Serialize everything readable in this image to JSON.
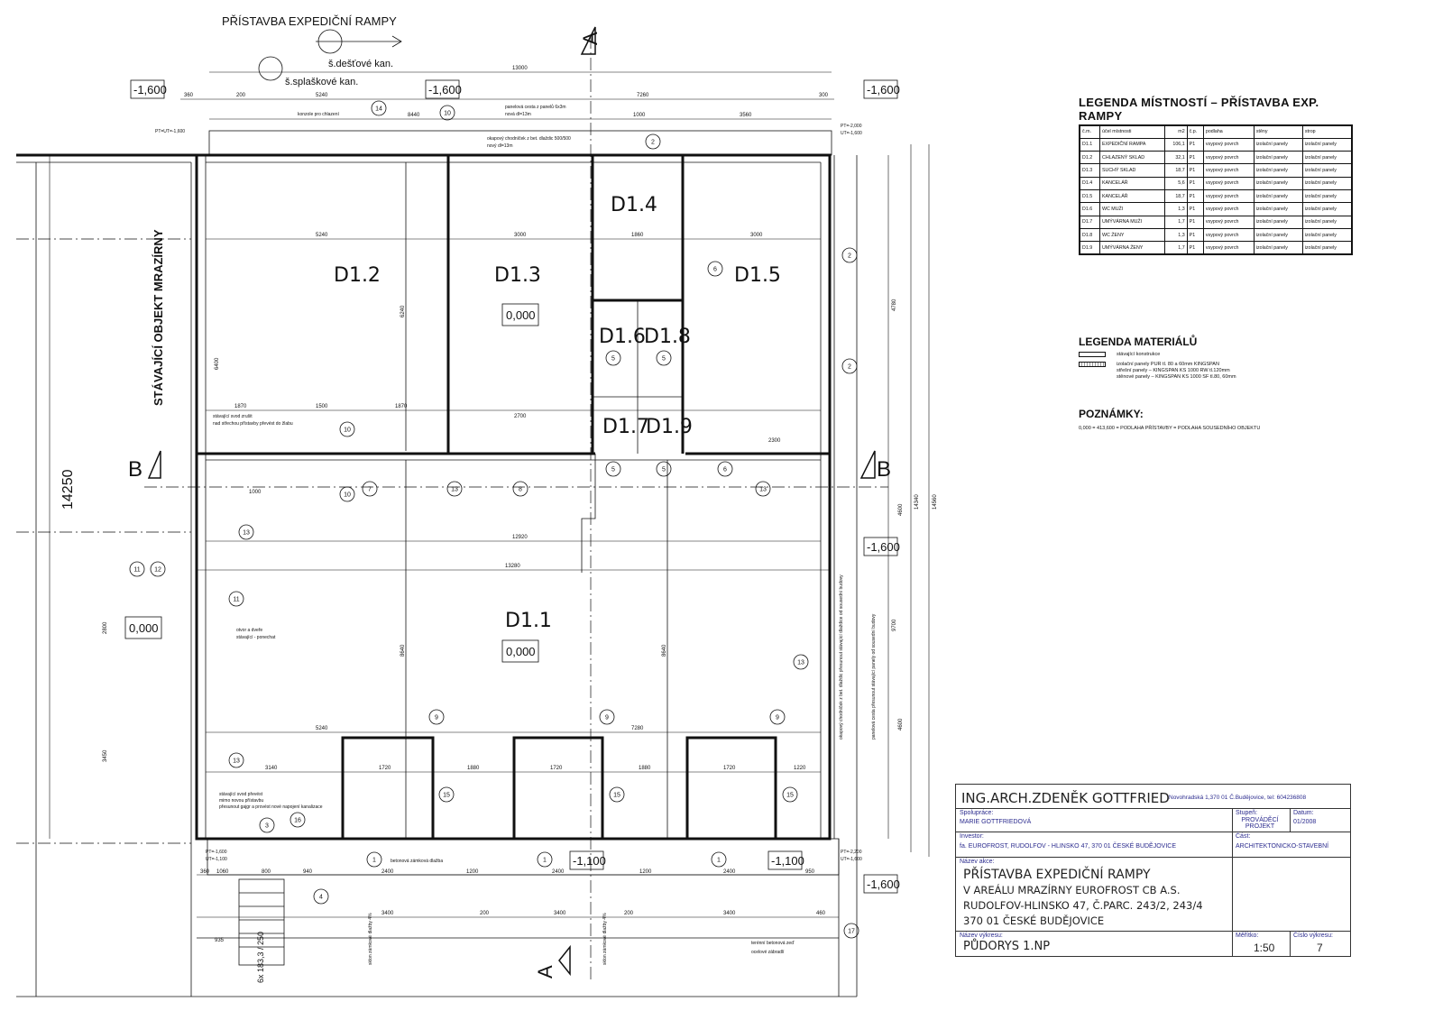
{
  "plan": {
    "header": "PŘÍSTAVBA EXPEDIČNÍ RAMPY",
    "rain_sewer": "š.dešťové kan.",
    "waste_sewer": "š.splaškové kan.",
    "existing_building": "STÁVAJÍCÍ OBJEKT MRAZÍRNY",
    "section_a": "A",
    "section_b": "B",
    "rooms": [
      "D1.1",
      "D1.2",
      "D1.3",
      "D1.4",
      "D1.5",
      "D1.6",
      "D1.7",
      "D1.8",
      "D1.9"
    ],
    "levels": {
      "ext": "-1,600",
      "zero": "0,000",
      "ramp": "-1,100"
    },
    "top_dims": [
      "13000",
      "360",
      "200",
      "5240",
      "7260",
      "300",
      "8440",
      "1000",
      "3560"
    ],
    "inner_dims": [
      "5240",
      "3000",
      "1860",
      "3000",
      "12920",
      "13280",
      "5240",
      "7280",
      "1720",
      "1880",
      "1720",
      "1880",
      "1720",
      "1220",
      "3140",
      "1870",
      "1500",
      "1870",
      "2700",
      "1000",
      "2300"
    ],
    "bottom_dims": [
      "2400",
      "1200",
      "2400",
      "1200",
      "2400",
      "950",
      "3400",
      "200",
      "3400",
      "200",
      "3400",
      "460",
      "800",
      "940",
      "1060",
      "360",
      "935"
    ],
    "side_dims": [
      "14250",
      "14340",
      "14560",
      "4780",
      "9700",
      "4600",
      "4600",
      "6240",
      "6400",
      "8640",
      "8640",
      "3450",
      "2800"
    ],
    "notes": {
      "console": "konzole pro chlazení",
      "panel_road": "panelová cesta z panelů 6x3m",
      "panel_road2": "nová dl=13m",
      "gutter_walk": "okapový chodníček z bet. dlaždic 500/500",
      "gutter_walk2": "nový dl=13m",
      "downpipe": "stávající svod zrušit",
      "downpipe2": "nad střechou přístavby převést do žlabu",
      "door": "otvor a dveře",
      "door2": "stávající - ponechat",
      "downpipe_b": "stávající svod převést",
      "downpipe_b2": "mimo novou přístavbu",
      "downpipe_b3": "přesunout gajgr a provést nové napojení kanalizace",
      "paving": "betonová zámková dlažba",
      "wall": "terénní betonová zeď",
      "railing": "ocelové zábradlí",
      "pt1": "PT=UT=-1,600",
      "pt2": "PT=-2,000",
      "pt2b": "UT=-1,600",
      "pt3": "PT=-1,600",
      "pt3b": "UT=-1,100",
      "pt4": "PT=-2,200",
      "pt4b": "UT=-1,600",
      "stairs": "6x 183,3 / 250",
      "ramp_slope": "sklon zámkové dlažby 4%",
      "side_walk": "okapový chodníček z bet. dlaždic přesunout stávající dlaždice od sousední budovy",
      "side_road": "panelová cesta přesunout stávající panely od sousední budovy"
    },
    "markers": [
      "1",
      "2",
      "3",
      "4",
      "5",
      "6",
      "7",
      "8",
      "9",
      "10",
      "11",
      "12",
      "13",
      "14",
      "15",
      "16",
      "17"
    ]
  },
  "room_legend": {
    "title": "LEGENDA MÍSTNOSTÍ – PŘÍSTAVBA EXP. RAMPY",
    "headers": [
      "č.m.",
      "účel místnosti",
      "m2",
      "č.p.",
      "podlaha",
      "stěny",
      "strop"
    ],
    "rows": [
      [
        "D1.1",
        "EXPEDIČNÍ RAMPA",
        "106,1",
        "P1",
        "vsypový povrch",
        "izolační panely",
        "izolační panely"
      ],
      [
        "D1.2",
        "CHLAZENÝ SKLAD",
        "32,1",
        "P1",
        "vsypový povrch",
        "izolační panely",
        "izolační panely"
      ],
      [
        "D1.3",
        "SUCHÝ SKLAD",
        "18,7",
        "P1",
        "vsypový povrch",
        "izolační panely",
        "izolační panely"
      ],
      [
        "D1.4",
        "KANCELÁŘ",
        "5,6",
        "P1",
        "vsypový povrch",
        "izolační panely",
        "izolační panely"
      ],
      [
        "D1.5",
        "KANCELÁŘ",
        "18,7",
        "P1",
        "vsypový povrch",
        "izolační panely",
        "izolační panely"
      ],
      [
        "D1.6",
        "WC MUŽI",
        "1,3",
        "P1",
        "vsypový povrch",
        "izolační panely",
        "izolační panely"
      ],
      [
        "D1.7",
        "UMÝVÁRNA MUŽI",
        "1,7",
        "P1",
        "vsypový povrch",
        "izolační panely",
        "izolační panely"
      ],
      [
        "D1.8",
        "WC ŽENY",
        "1,3",
        "P1",
        "vsypový povrch",
        "izolační panely",
        "izolační panely"
      ],
      [
        "D1.9",
        "UMÝVÁRNA ŽENY",
        "1,7",
        "P1",
        "vsypový povrch",
        "izolační panely",
        "izolační panely"
      ]
    ]
  },
  "material_legend": {
    "title": "LEGENDA MATERIÁLŮ",
    "existing": "stávající konstrukce",
    "panels": "izolační panely PUR tl. 80 a 60mm KINGSPAN",
    "roof": "střešní panely – KINGSPAN KS 1000 RW tl.120mm",
    "walls": "stěnové panely – KINGSPAN KS 1000 SF tl.80, 60mm"
  },
  "notes": {
    "title": "POZNÁMKY:",
    "text": "0,000 = 413,600 = PODLAHA PŘÍSTAVBY = PODLAHA SOUSEDNÍHO OBJEKTU"
  },
  "title_block": {
    "architect": "ING.ARCH.ZDENĚK GOTTFRIED",
    "address": "Novohradská 1,370 01 Č.Budějovice, tel: 604236808",
    "coop_label": "Spolupráce:",
    "coop": "MARIE GOTTFRIEDOVÁ",
    "stage_label": "Stupeň:",
    "stage": "PROVÁDĚCÍ PROJEKT",
    "date_label": "Datum:",
    "date": "01/2008",
    "investor_label": "Investor:",
    "investor": "fa. EUROFROST, RUDOLFOV - HLINSKO 47, 370 01 ČESKÉ BUDĚJOVICE",
    "part_label": "Část:",
    "part": "ARCHITEKTONICKO-STAVEBNÍ",
    "action_label": "Název akce:",
    "action1": "PŘÍSTAVBA EXPEDIČNÍ RAMPY",
    "action2": "V AREÁLU MRAZÍRNY EUROFROST CB A.S.",
    "action3": "RUDOLFOV-HLINSKO 47, Č.PARC. 243/2, 243/4",
    "action4": "370 01 ČESKÉ BUDĚJOVICE",
    "drawing_label": "Název výkresu:",
    "drawing": "PŮDORYS 1.NP",
    "scale_label": "Měřítko:",
    "scale": "1:50",
    "number_label": "Číslo výkresu:",
    "number": "7"
  }
}
